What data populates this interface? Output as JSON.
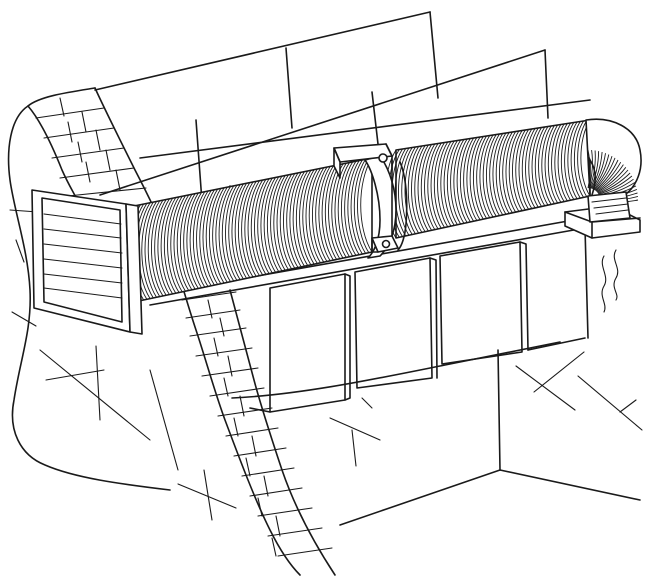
{
  "illustration": {
    "line_color": "#1a1a1a",
    "background_color": "#ffffff",
    "components": [
      "wall-grille",
      "flexible-duct",
      "duct-connector-clamp",
      "duct-elbow",
      "ceiling-outlet",
      "brick-wall-section",
      "airflow-lines"
    ]
  }
}
